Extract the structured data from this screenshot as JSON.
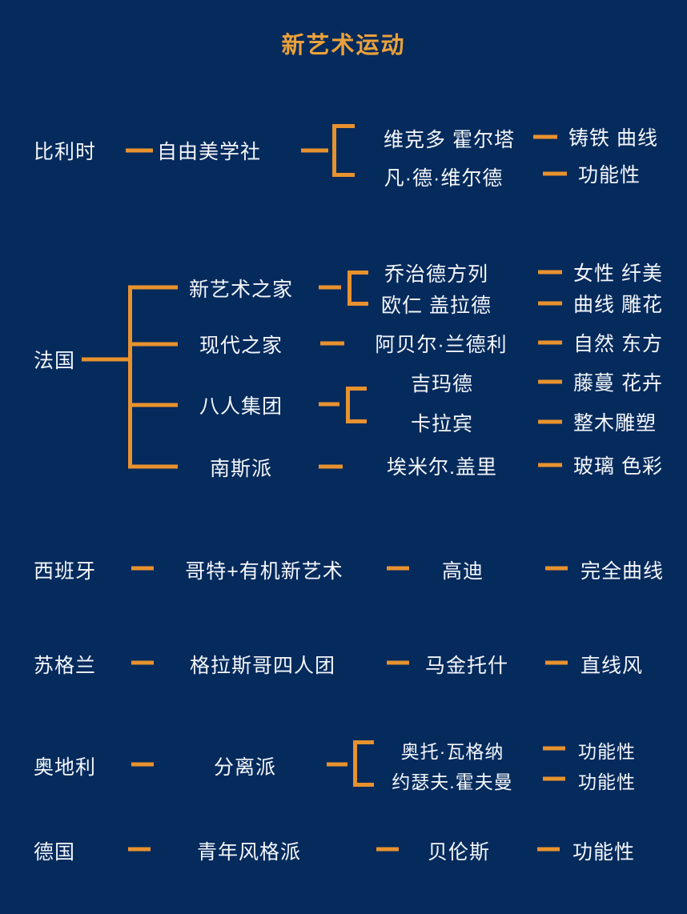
{
  "title": "新艺术运动",
  "colors": {
    "background": "#052a5c",
    "accent": "#e8922e",
    "title": "#eba13a",
    "text": "#f4f7fb"
  },
  "sections": [
    {
      "country": "比利时",
      "group": "自由美学社",
      "people": [
        {
          "name": "维克多 霍尔塔",
          "trait": "铸铁 曲线"
        },
        {
          "name": "凡·德·维尔德",
          "trait": "功能性"
        }
      ]
    },
    {
      "country": "法国",
      "groups": [
        {
          "group": "新艺术之家",
          "people": [
            {
              "name": "乔治德方列",
              "trait": "女性 纤美"
            },
            {
              "name": "欧仁 盖拉德",
              "trait": "曲线 雕花"
            }
          ]
        },
        {
          "group": "现代之家",
          "people": [
            {
              "name": "阿贝尔·兰德利",
              "trait": "自然 东方"
            }
          ]
        },
        {
          "group": "八人集团",
          "people": [
            {
              "name": "吉玛德",
              "trait": "藤蔓 花卉"
            },
            {
              "name": "卡拉宾",
              "trait": "整木雕塑"
            }
          ]
        },
        {
          "group": "南斯派",
          "people": [
            {
              "name": "埃米尔.盖里",
              "trait": "玻璃 色彩"
            }
          ]
        }
      ]
    },
    {
      "country": "西班牙",
      "group": "哥特+有机新艺术",
      "people": [
        {
          "name": "高迪",
          "trait": "完全曲线"
        }
      ]
    },
    {
      "country": "苏格兰",
      "group": "格拉斯哥四人团",
      "people": [
        {
          "name": "马金托什",
          "trait": "直线风"
        }
      ]
    },
    {
      "country": "奥地利",
      "group": "分离派",
      "people": [
        {
          "name": "奥托·瓦格纳",
          "trait": "功能性"
        },
        {
          "name": "约瑟夫.霍夫曼",
          "trait": "功能性"
        }
      ]
    },
    {
      "country": "德国",
      "group": "青年风格派",
      "people": [
        {
          "name": "贝伦斯",
          "trait": "功能性"
        }
      ]
    }
  ]
}
